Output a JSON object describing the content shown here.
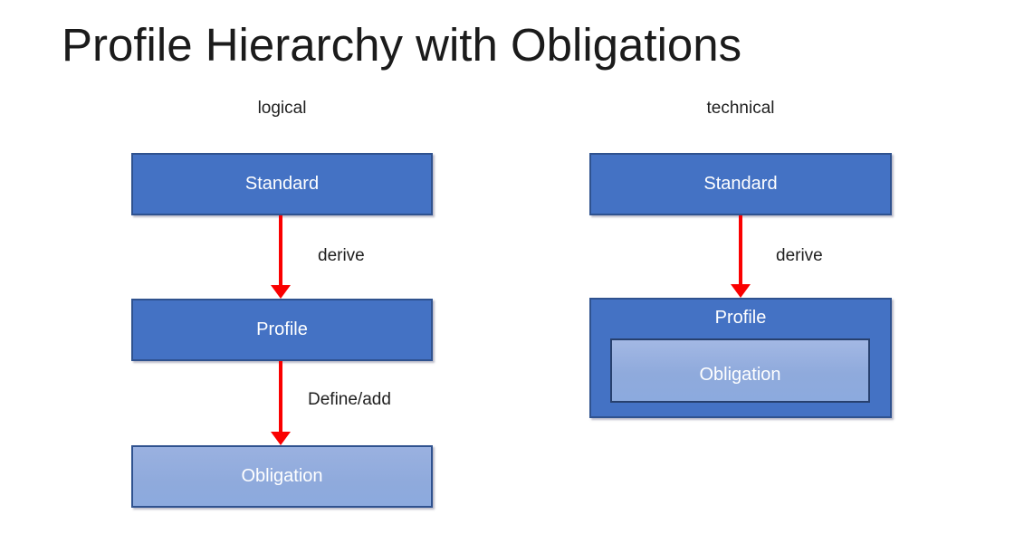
{
  "slide": {
    "title": "Profile Hierarchy with Obligations"
  },
  "colors": {
    "background": "#FFFFFF",
    "node_fill": "#4472C4",
    "node_border": "#2F528F",
    "node_fill_light": "#8FAADC",
    "node_text": "#FFFFFF",
    "arrow_red": "#FA0000",
    "label_text": "#1F1F1F"
  },
  "logical": {
    "column_label": "logical",
    "standard": "Standard",
    "derive_label": "derive",
    "profile": "Profile",
    "define_add_label": "Define/add",
    "obligation": "Obligation"
  },
  "technical": {
    "column_label": "technical",
    "standard": "Standard",
    "derive_label": "derive",
    "profile": "Profile",
    "obligation": "Obligation"
  }
}
